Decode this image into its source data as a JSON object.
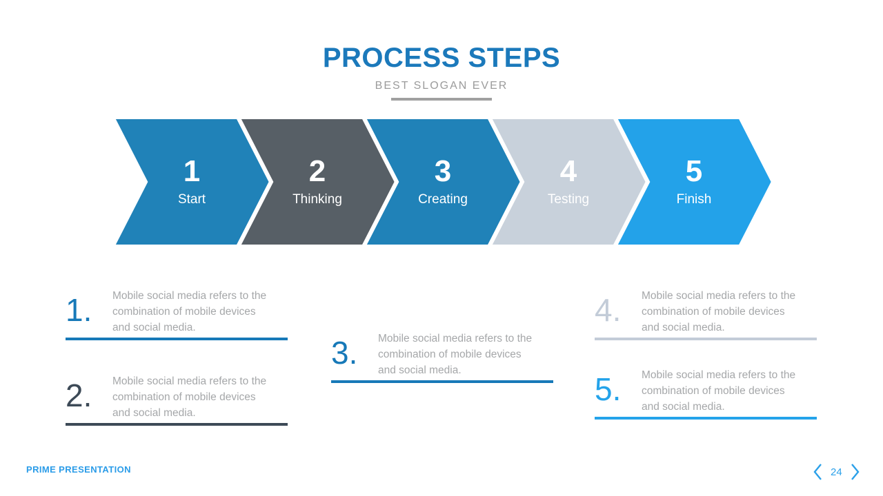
{
  "header": {
    "title": "PROCESS STEPS",
    "subtitle": "BEST SLOGAN EVER"
  },
  "process_steps": [
    {
      "number": "1",
      "label": "Start",
      "color": "#2082b8"
    },
    {
      "number": "2",
      "label": "Thinking",
      "color": "#575f66"
    },
    {
      "number": "3",
      "label": "Creating",
      "color": "#2082b8"
    },
    {
      "number": "4",
      "label": "Testing",
      "color": "#c8d1db"
    },
    {
      "number": "5",
      "label": "Finish",
      "color": "#23a2e9"
    }
  ],
  "detail_blocks": [
    {
      "number": "1.",
      "text": "Mobile social media refers to the combination of mobile devices and social media.",
      "accent": "#1779b8"
    },
    {
      "number": "2.",
      "text": "Mobile social media refers to the combination of mobile devices and social media.",
      "accent": "#3d4a57"
    },
    {
      "number": "3.",
      "text": "Mobile social media refers to the combination of mobile devices and social media.",
      "accent": "#1779b8"
    },
    {
      "number": "4.",
      "text": "Mobile social media refers to the combination of mobile devices and social media.",
      "accent": "#c3ccd8"
    },
    {
      "number": "5.",
      "text": "Mobile social media refers to the combination of mobile devices and social media.",
      "accent": "#24a3ea"
    }
  ],
  "footer": {
    "brand": "PRIME PRESENTATION",
    "page_number": "24",
    "prev_icon": "chevron-left",
    "next_icon": "chevron-right",
    "nav_color": "#2ba0e9"
  }
}
